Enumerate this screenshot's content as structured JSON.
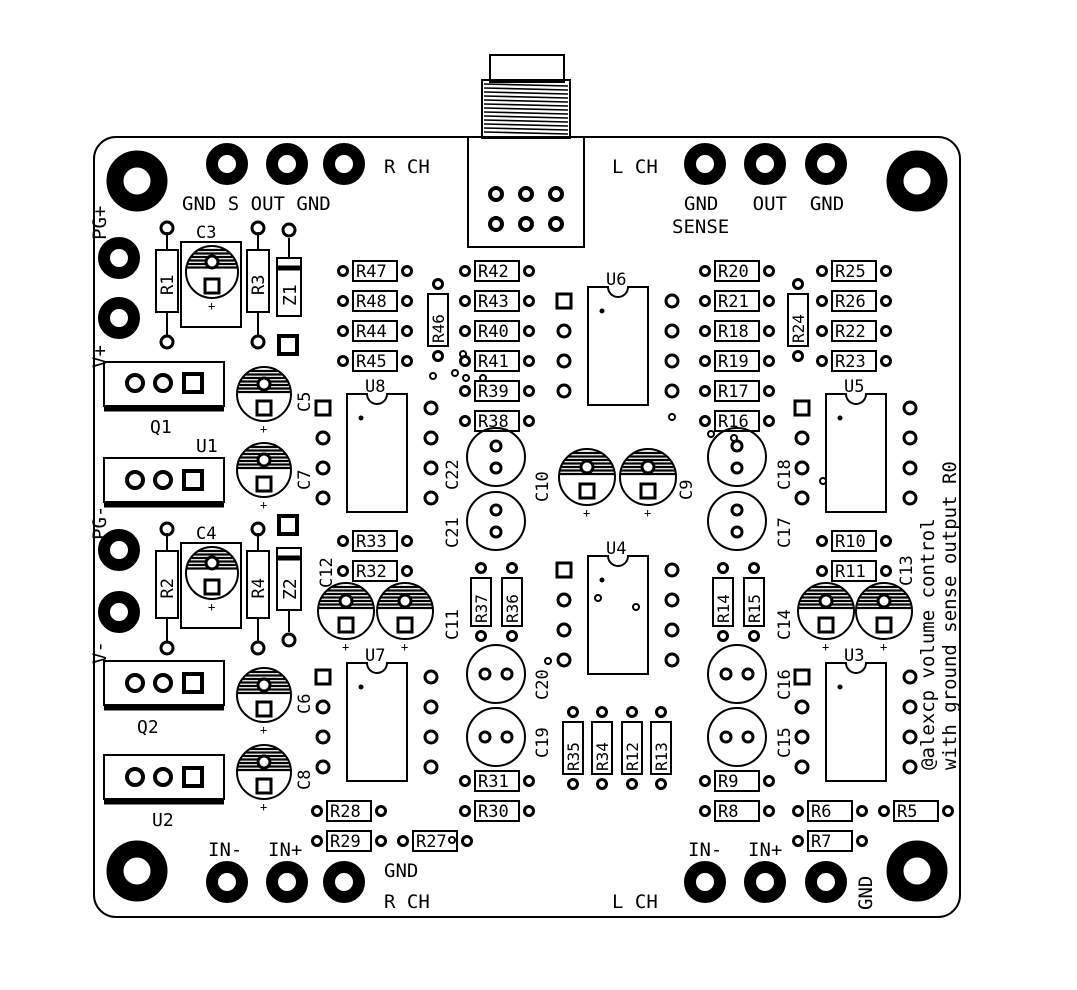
{
  "colors": {
    "ink": "#000000",
    "paper": "#ffffff"
  },
  "board_text": {
    "r_ch_top": "R CH",
    "l_ch_top": "L CH",
    "r_ch_bottom": "R CH",
    "l_ch_bottom": "L CH",
    "gnd_s_out_gnd": "GND S OUT GND",
    "gnd_out_gnd": "GND   OUT  GND",
    "sense": "SENSE",
    "in_minus_r": "IN-",
    "in_plus_r": "IN+",
    "gnd_r": "GND",
    "in_minus_l": "IN-",
    "in_plus_l": "IN+",
    "gnd_l": "GND",
    "pg_plus": "PG+",
    "v_plus": "V+",
    "pg_minus": "PG-",
    "v_minus": "V-",
    "credit_line1": "@alexcp volume control",
    "credit_line2": "with ground sense output R0"
  },
  "designators": {
    "R1": "R1",
    "R2": "R2",
    "R3": "R3",
    "R4": "R4",
    "R5": "R5",
    "R6": "R6",
    "R7": "R7",
    "R8": "R8",
    "R9": "R9",
    "R10": "R10",
    "R11": "R11",
    "R12": "R12",
    "R13": "R13",
    "R14": "R14",
    "R15": "R15",
    "R16": "R16",
    "R17": "R17",
    "R18": "R18",
    "R19": "R19",
    "R20": "R20",
    "R21": "R21",
    "R22": "R22",
    "R23": "R23",
    "R24": "R24",
    "R25": "R25",
    "R26": "R26",
    "R27": "R27",
    "R28": "R28",
    "R29": "R29",
    "R30": "R30",
    "R31": "R31",
    "R32": "R32",
    "R33": "R33",
    "R34": "R34",
    "R35": "R35",
    "R36": "R36",
    "R37": "R37",
    "R38": "R38",
    "R39": "R39",
    "R40": "R40",
    "R41": "R41",
    "R42": "R42",
    "R43": "R43",
    "R44": "R44",
    "R45": "R45",
    "R46": "R46",
    "R47": "R47",
    "R48": "R48",
    "C3": "C3",
    "C4": "C4",
    "C5": "C5",
    "C6": "C6",
    "C7": "C7",
    "C8": "C8",
    "C9": "C9",
    "C10": "C10",
    "C11": "C11",
    "C12": "C12",
    "C13": "C13",
    "C14": "C14",
    "C15": "C15",
    "C16": "C16",
    "C17": "C17",
    "C18": "C18",
    "C19": "C19",
    "C20": "C20",
    "C21": "C21",
    "C22": "C22",
    "U1": "U1",
    "U2": "U2",
    "U3": "U3",
    "U4": "U4",
    "U5": "U5",
    "U6": "U6",
    "U7": "U7",
    "U8": "U8",
    "Q1": "Q1",
    "Q2": "Q2",
    "Z1": "Z1",
    "Z2": "Z2"
  }
}
